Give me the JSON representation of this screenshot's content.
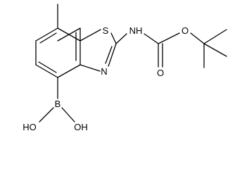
{
  "molecule": {
    "atoms": {
      "s": "S",
      "nh": "NH",
      "n": "N",
      "o_carbonyl": "O",
      "o_ester": "O",
      "b": "B",
      "oh_left": "HO",
      "oh_right": "OH"
    }
  }
}
